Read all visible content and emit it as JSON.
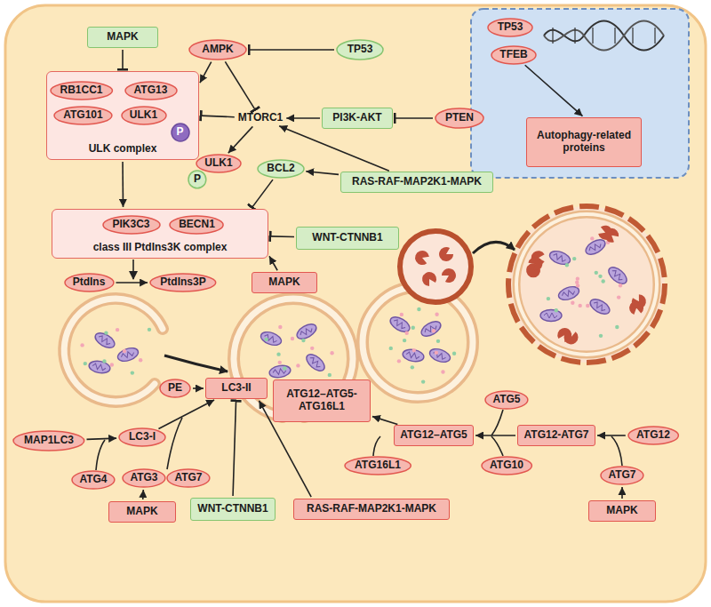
{
  "diagram": {
    "nodes": [
      {
        "text": [
          "MAPK"
        ]
      },
      {
        "text": [
          "AMPK"
        ]
      },
      {
        "text": [
          "TP53"
        ]
      },
      {
        "text": [
          "ULK complex"
        ]
      },
      {
        "text": [
          "RB1CC1"
        ],
        "in": 3
      },
      {
        "text": [
          "ATG13"
        ],
        "in": 3
      },
      {
        "text": [
          "ATG101"
        ],
        "in": 3
      },
      {
        "text": [
          "ULK1"
        ],
        "in": 3
      },
      {
        "text": [
          "P"
        ],
        "in": 3
      },
      {
        "text": [
          "MTORC1"
        ]
      },
      {
        "text": [
          "PI3K-AKT"
        ]
      },
      {
        "text": [
          "PTEN"
        ]
      },
      {
        "text": [
          "ULK1"
        ]
      },
      {
        "text": [
          "P"
        ]
      },
      {
        "text": [
          "BCL2"
        ]
      },
      {
        "text": [
          "RAS-RAF-MAP2K1-MAPK"
        ]
      },
      {
        "text": [
          "class III PtdIns3K complex"
        ]
      },
      {
        "text": [
          "PIK3C3"
        ],
        "in": 16
      },
      {
        "text": [
          "BECN1"
        ],
        "in": 16
      },
      {
        "text": [
          "WNT-CTNNB1"
        ]
      },
      {
        "text": [
          "PtdIns"
        ]
      },
      {
        "text": [
          "PtdIns3P"
        ]
      },
      {
        "text": [
          "MAPK"
        ]
      },
      {
        "text": [
          "TP53"
        ]
      },
      {
        "text": [
          "TFEB"
        ]
      },
      {
        "text": [
          "Autophagy-related proteins"
        ]
      },
      {
        "text": [
          "PE"
        ]
      },
      {
        "text": [
          "LC3-II"
        ]
      },
      {
        "text": [
          "ATG12–ATG5-ATG16L1"
        ]
      },
      {
        "text": [
          "ATG12–ATG5"
        ]
      },
      {
        "text": [
          "ATG12-ATG7"
        ]
      },
      {
        "text": [
          "ATG5"
        ]
      },
      {
        "text": [
          "ATG12"
        ]
      },
      {
        "text": [
          "ATG10"
        ]
      },
      {
        "text": [
          "ATG16L1"
        ]
      },
      {
        "text": [
          "ATG7"
        ]
      },
      {
        "text": [
          "MAPK"
        ]
      },
      {
        "text": [
          "MAP1LC3"
        ]
      },
      {
        "text": [
          "LC3-I"
        ]
      },
      {
        "text": [
          "ATG4"
        ]
      },
      {
        "text": [
          "ATG3"
        ]
      },
      {
        "text": [
          "ATG7"
        ]
      },
      {
        "text": [
          "MAPK"
        ]
      },
      {
        "text": [
          "WNT-CTNNB1"
        ]
      },
      {
        "text": [
          "RAS-RAF-MAP2K1-MAPK"
        ]
      }
    ],
    "edges": [
      {
        "from": 0,
        "to": 3,
        "arrow": "to"
      },
      {
        "from": 1,
        "to": 3,
        "arrow": "to"
      },
      {
        "from": 1,
        "to": 9,
        "arrow": "to"
      },
      {
        "from": 2,
        "to": 1,
        "arrow": "to"
      },
      {
        "from": 9,
        "to": 3,
        "arrow": "to"
      },
      {
        "from": 10,
        "to": 9,
        "arrow": "to"
      },
      {
        "from": 11,
        "to": 10,
        "arrow": "to"
      },
      {
        "from": 9,
        "to": 12,
        "arrow": "to"
      },
      {
        "from": 15,
        "to": 9,
        "arrow": "to"
      },
      {
        "from": 15,
        "to": 14,
        "arrow": "to"
      },
      {
        "from": 14,
        "to": 16,
        "arrow": "to"
      },
      {
        "from": 3,
        "to": 16,
        "arrow": "to"
      },
      {
        "from": 19,
        "to": 16,
        "arrow": "to"
      },
      {
        "from": 22,
        "to": 16,
        "arrow": "to"
      },
      {
        "from": 20,
        "to": 21,
        "arrow": "to"
      },
      {
        "from": 24,
        "to": 25,
        "arrow": "to"
      },
      {
        "from": 26,
        "to": 27,
        "arrow": "to"
      },
      {
        "from": 38,
        "to": 27,
        "arrow": "to"
      },
      {
        "from": 37,
        "to": 38,
        "arrow": "to"
      },
      {
        "from": 42,
        "to": 40,
        "arrow": "to"
      },
      {
        "from": 43,
        "to": 27,
        "arrow": "to"
      },
      {
        "from": 44,
        "to": 27,
        "arrow": "to"
      },
      {
        "from": 29,
        "to": 28,
        "arrow": "to"
      },
      {
        "from": 30,
        "to": 29,
        "arrow": "to"
      },
      {
        "from": 32,
        "to": 30,
        "arrow": "to"
      },
      {
        "from": 36,
        "to": 35,
        "arrow": "to"
      }
    ]
  }
}
